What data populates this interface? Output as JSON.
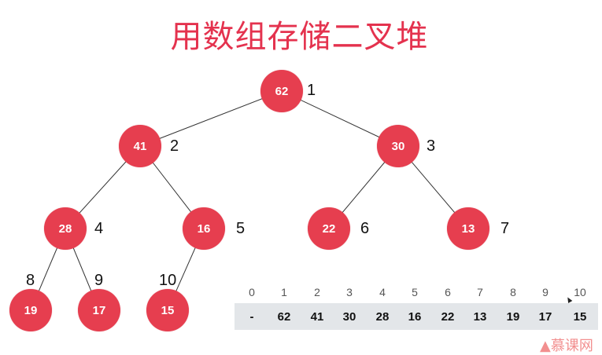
{
  "title": "用数组存储二叉堆",
  "colors": {
    "node_fill": "#e63e4f",
    "title": "#e4324e",
    "array_bg": "#e3e6e9"
  },
  "heap": {
    "nodes": [
      {
        "index": "1",
        "value": "62"
      },
      {
        "index": "2",
        "value": "41"
      },
      {
        "index": "3",
        "value": "30"
      },
      {
        "index": "4",
        "value": "28"
      },
      {
        "index": "5",
        "value": "16"
      },
      {
        "index": "6",
        "value": "22"
      },
      {
        "index": "7",
        "value": "13"
      },
      {
        "index": "8",
        "value": "19"
      },
      {
        "index": "9",
        "value": "17"
      },
      {
        "index": "10",
        "value": "15"
      }
    ]
  },
  "array": {
    "indices": [
      "0",
      "1",
      "2",
      "3",
      "4",
      "5",
      "6",
      "7",
      "8",
      "9",
      "10"
    ],
    "values": [
      "-",
      "62",
      "41",
      "30",
      "28",
      "16",
      "22",
      "13",
      "19",
      "17",
      "15"
    ]
  },
  "watermark": "慕课网"
}
